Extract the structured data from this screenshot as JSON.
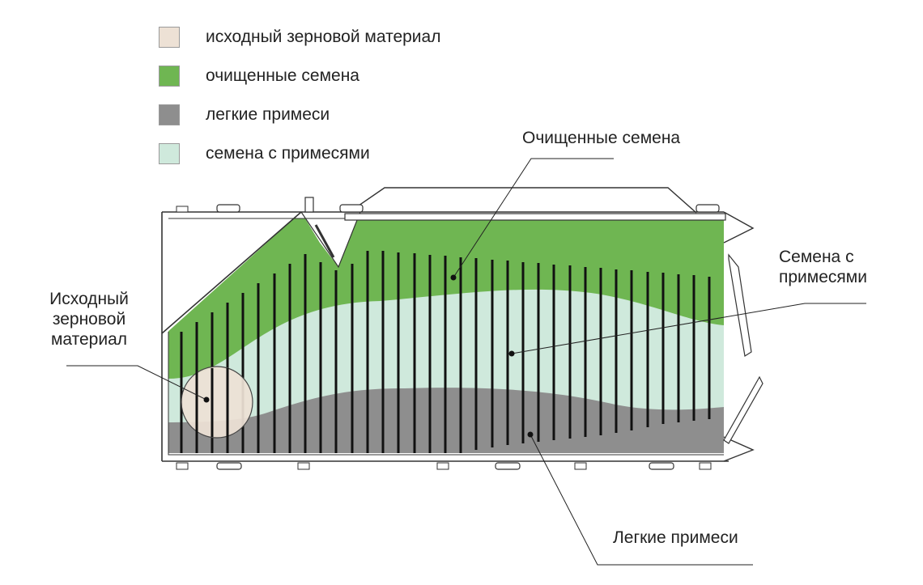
{
  "legend": [
    {
      "label": "исходный зерновой материал",
      "color": "#ede1d5"
    },
    {
      "label": "очищенные семена",
      "color": "#6fb652"
    },
    {
      "label": "легкие примеси",
      "color": "#8e8e8e"
    },
    {
      "label": "семена с примесями",
      "color": "#cfe9dc"
    }
  ],
  "callouts": {
    "clean_seeds": "Очищенные семена",
    "mixed_seeds": "Семена с\nпримесями",
    "source_material": "Исходный\nзерновой\nматериал",
    "light_impurities": "Легкие примеси"
  },
  "colors": {
    "frame": "#333333",
    "bars": "#111111",
    "leader": "#222222"
  }
}
